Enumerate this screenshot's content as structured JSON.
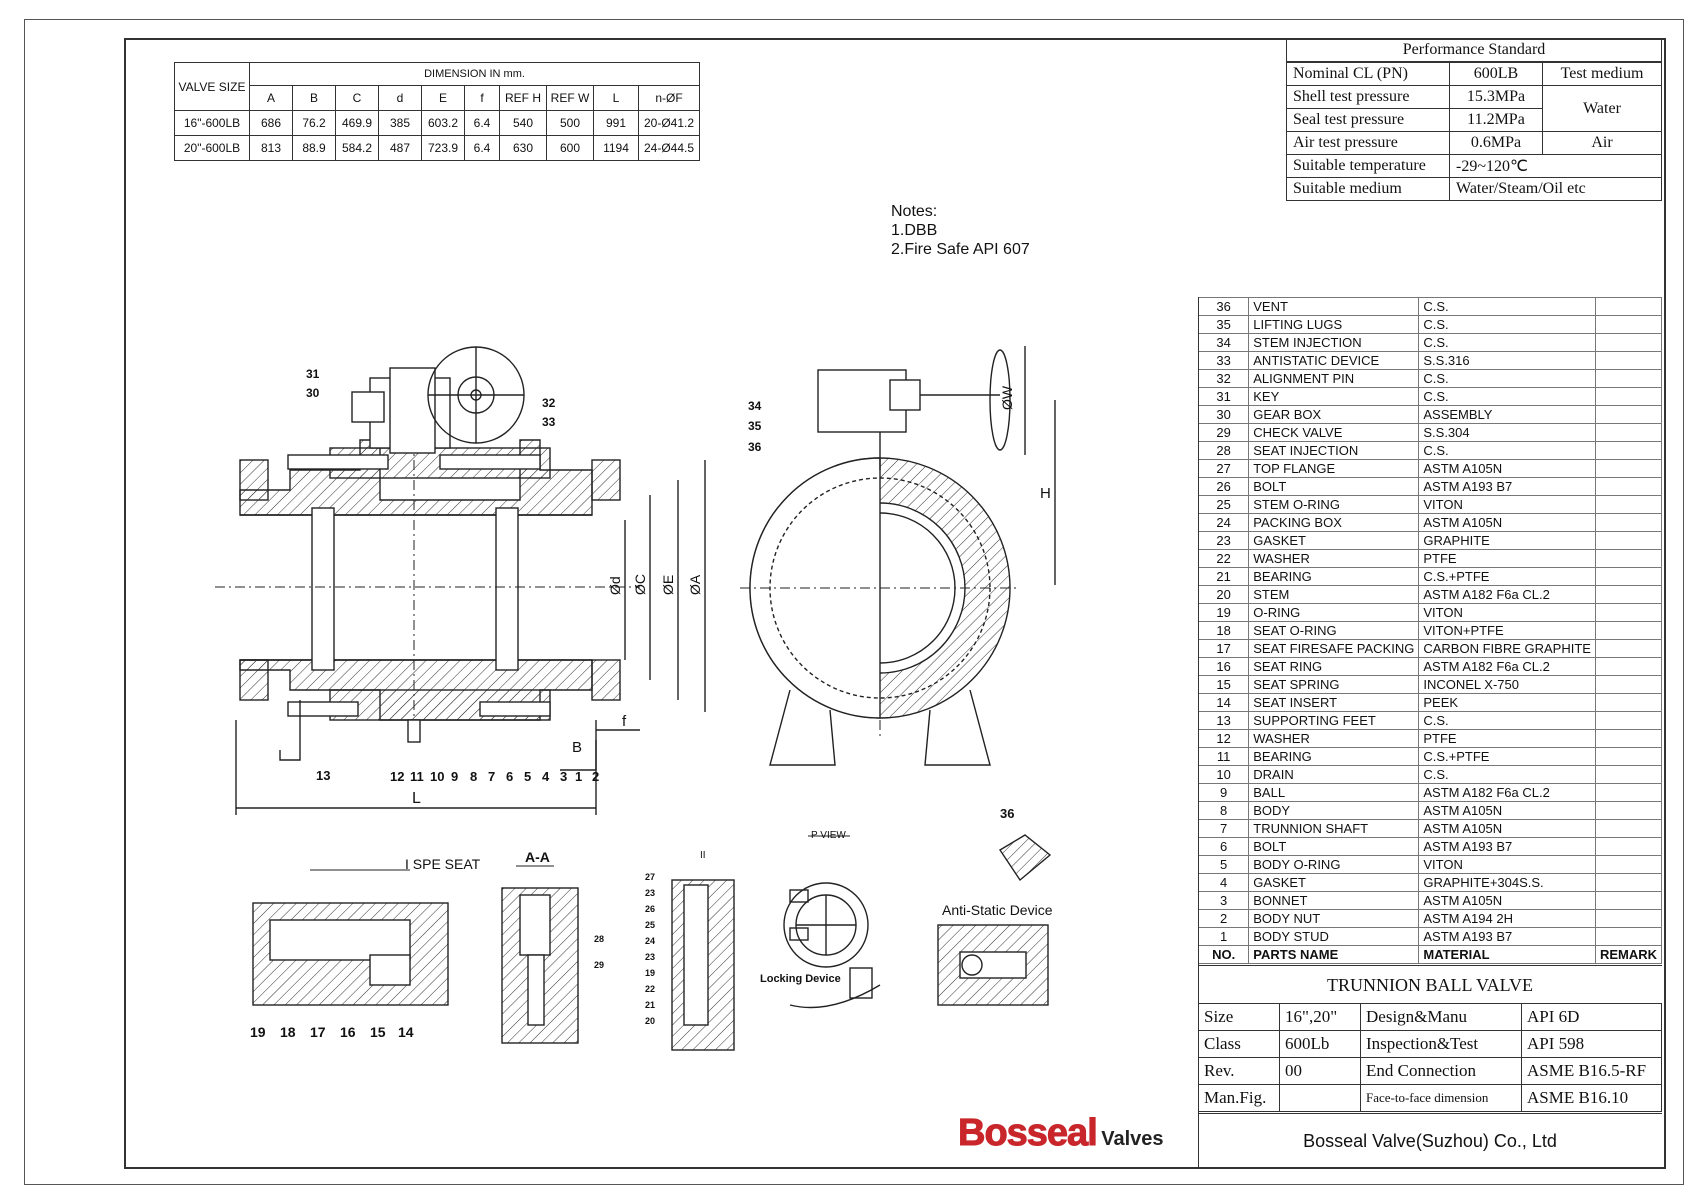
{
  "dimension_table": {
    "valve_size_label": "VALVE SIZE",
    "dimension_label": "DIMENSION  IN mm.",
    "columns": [
      "A",
      "B",
      "C",
      "d",
      "E",
      "f",
      "REF H",
      "REF W",
      "L",
      "n-ØF"
    ],
    "rows": [
      {
        "size": "16\"-600LB",
        "values": [
          "686",
          "76.2",
          "469.9",
          "385",
          "603.2",
          "6.4",
          "540",
          "500",
          "991",
          "20-Ø41.2"
        ]
      },
      {
        "size": "20\"-600LB",
        "values": [
          "813",
          "88.9",
          "584.2",
          "487",
          "723.9",
          "6.4",
          "630",
          "600",
          "1194",
          "24-Ø44.5"
        ]
      }
    ]
  },
  "performance": {
    "title": "Performance Standard",
    "rows": [
      {
        "label": "Nominal CL (PN)",
        "value": "600LB",
        "medium": "Test medium"
      },
      {
        "label": "Shell test pressure",
        "value": "15.3MPa",
        "medium": "Water"
      },
      {
        "label": "Seal test pressure",
        "value": "11.2MPa"
      },
      {
        "label": "Air test pressure",
        "value": "0.6MPa",
        "medium": "Air"
      },
      {
        "label": "Suitable temperature",
        "value": "-29~120℃"
      },
      {
        "label": "Suitable medium",
        "value": "Water/Steam/Oil etc"
      }
    ]
  },
  "notes": {
    "title": "Notes:",
    "items": [
      "1.DBB",
      "2.Fire Safe API 607"
    ]
  },
  "parts": [
    {
      "no": "36",
      "name": "VENT",
      "material": "C.S."
    },
    {
      "no": "35",
      "name": "LIFTING LUGS",
      "material": "C.S."
    },
    {
      "no": "34",
      "name": "STEM INJECTION",
      "material": "C.S."
    },
    {
      "no": "33",
      "name": "ANTISTATIC DEVICE",
      "material": "S.S.316"
    },
    {
      "no": "32",
      "name": "ALIGNMENT PIN",
      "material": "C.S."
    },
    {
      "no": "31",
      "name": "KEY",
      "material": "C.S."
    },
    {
      "no": "30",
      "name": "GEAR BOX",
      "material": "ASSEMBLY"
    },
    {
      "no": "29",
      "name": "CHECK VALVE",
      "material": "S.S.304"
    },
    {
      "no": "28",
      "name": "SEAT INJECTION",
      "material": "C.S."
    },
    {
      "no": "27",
      "name": "TOP FLANGE",
      "material": "ASTM A105N"
    },
    {
      "no": "26",
      "name": "BOLT",
      "material": "ASTM A193 B7"
    },
    {
      "no": "25",
      "name": "STEM O-RING",
      "material": "VITON"
    },
    {
      "no": "24",
      "name": "PACKING BOX",
      "material": "ASTM A105N"
    },
    {
      "no": "23",
      "name": "GASKET",
      "material": "GRAPHITE"
    },
    {
      "no": "22",
      "name": "WASHER",
      "material": "PTFE"
    },
    {
      "no": "21",
      "name": "BEARING",
      "material": "C.S.+PTFE"
    },
    {
      "no": "20",
      "name": "STEM",
      "material": "ASTM A182 F6a CL.2"
    },
    {
      "no": "19",
      "name": "O-RING",
      "material": "VITON"
    },
    {
      "no": "18",
      "name": "SEAT O-RING",
      "material": "VITON+PTFE"
    },
    {
      "no": "17",
      "name": "SEAT FIRESAFE PACKING",
      "material": "CARBON FIBRE GRAPHITE"
    },
    {
      "no": "16",
      "name": "SEAT RING",
      "material": "ASTM A182 F6a CL.2"
    },
    {
      "no": "15",
      "name": "SEAT SPRING",
      "material": "INCONEL X-750"
    },
    {
      "no": "14",
      "name": "SEAT INSERT",
      "material": "PEEK"
    },
    {
      "no": "13",
      "name": "SUPPORTING FEET",
      "material": "C.S."
    },
    {
      "no": "12",
      "name": "WASHER",
      "material": "PTFE"
    },
    {
      "no": "11",
      "name": "BEARING",
      "material": "C.S.+PTFE"
    },
    {
      "no": "10",
      "name": "DRAIN",
      "material": "C.S."
    },
    {
      "no": "9",
      "name": "BALL",
      "material": "ASTM A182 F6a CL.2"
    },
    {
      "no": "8",
      "name": "BODY",
      "material": "ASTM A105N"
    },
    {
      "no": "7",
      "name": "TRUNNION SHAFT",
      "material": "ASTM A105N"
    },
    {
      "no": "6",
      "name": "BOLT",
      "material": "ASTM A193 B7"
    },
    {
      "no": "5",
      "name": "BODY O-RING",
      "material": "VITON"
    },
    {
      "no": "4",
      "name": "GASKET",
      "material": "GRAPHITE+304S.S."
    },
    {
      "no": "3",
      "name": "BONNET",
      "material": "ASTM A105N"
    },
    {
      "no": "2",
      "name": "BODY NUT",
      "material": "ASTM A194 2H"
    },
    {
      "no": "1",
      "name": "BODY STUD",
      "material": "ASTM A193 B7"
    }
  ],
  "parts_header": {
    "no": "NO.",
    "name": "PARTS NAME",
    "material": "MATERIAL",
    "remark": "REMARK"
  },
  "title_block": {
    "product": "TRUNNION BALL VALVE",
    "size_label": "Size",
    "size_value": "16\",20\"",
    "class_label": "Class",
    "class_value": "600Lb",
    "rev_label": "Rev.",
    "rev_value": "00",
    "manfig_label": "Man.Fig.",
    "design_label": "Design&Manu",
    "design_value": "API 6D",
    "inspection_label": "Inspection&Test",
    "inspection_value": "API 598",
    "end_label": "End Connection",
    "end_value": "ASME B16.5-RF",
    "face_label": "Face-to-face dimension",
    "face_value": "ASME B16.10",
    "company": "Bosseal Valve(Suzhou) Co., Ltd"
  },
  "logo": {
    "brand": "Bosseal",
    "suffix": "Valves",
    "color": "#c8262b"
  },
  "drawing_labels": {
    "detail_i": "I  SPE  SEAT",
    "section_aa": "A-A",
    "detail_ii": "II",
    "p_view": "P  VIEW",
    "anti_static": "Anti-Static Device",
    "locking": "Locking Device",
    "dim_L": "L",
    "dim_B": "B",
    "dim_f": "f",
    "dim_H": "H",
    "dim_W": "ØW",
    "dim_d": "Ød",
    "dim_C": "ØC",
    "dim_E": "ØE",
    "dim_A": "ØA",
    "main_numbers_top": [
      "31",
      "30",
      "32",
      "33"
    ],
    "main_numbers_bottom": [
      "13",
      "12",
      "11",
      "10",
      "9",
      "8",
      "7",
      "6",
      "5",
      "4",
      "3",
      "1",
      "2"
    ],
    "side_numbers": [
      "34",
      "35",
      "36"
    ],
    "seat_numbers": [
      "19",
      "18",
      "17",
      "16",
      "15",
      "14"
    ],
    "aa_numbers": [
      "28",
      "29"
    ],
    "ii_numbers": [
      "27",
      "23",
      "26",
      "25",
      "24",
      "23",
      "19",
      "22",
      "21",
      "20"
    ],
    "vent_number": "36"
  }
}
